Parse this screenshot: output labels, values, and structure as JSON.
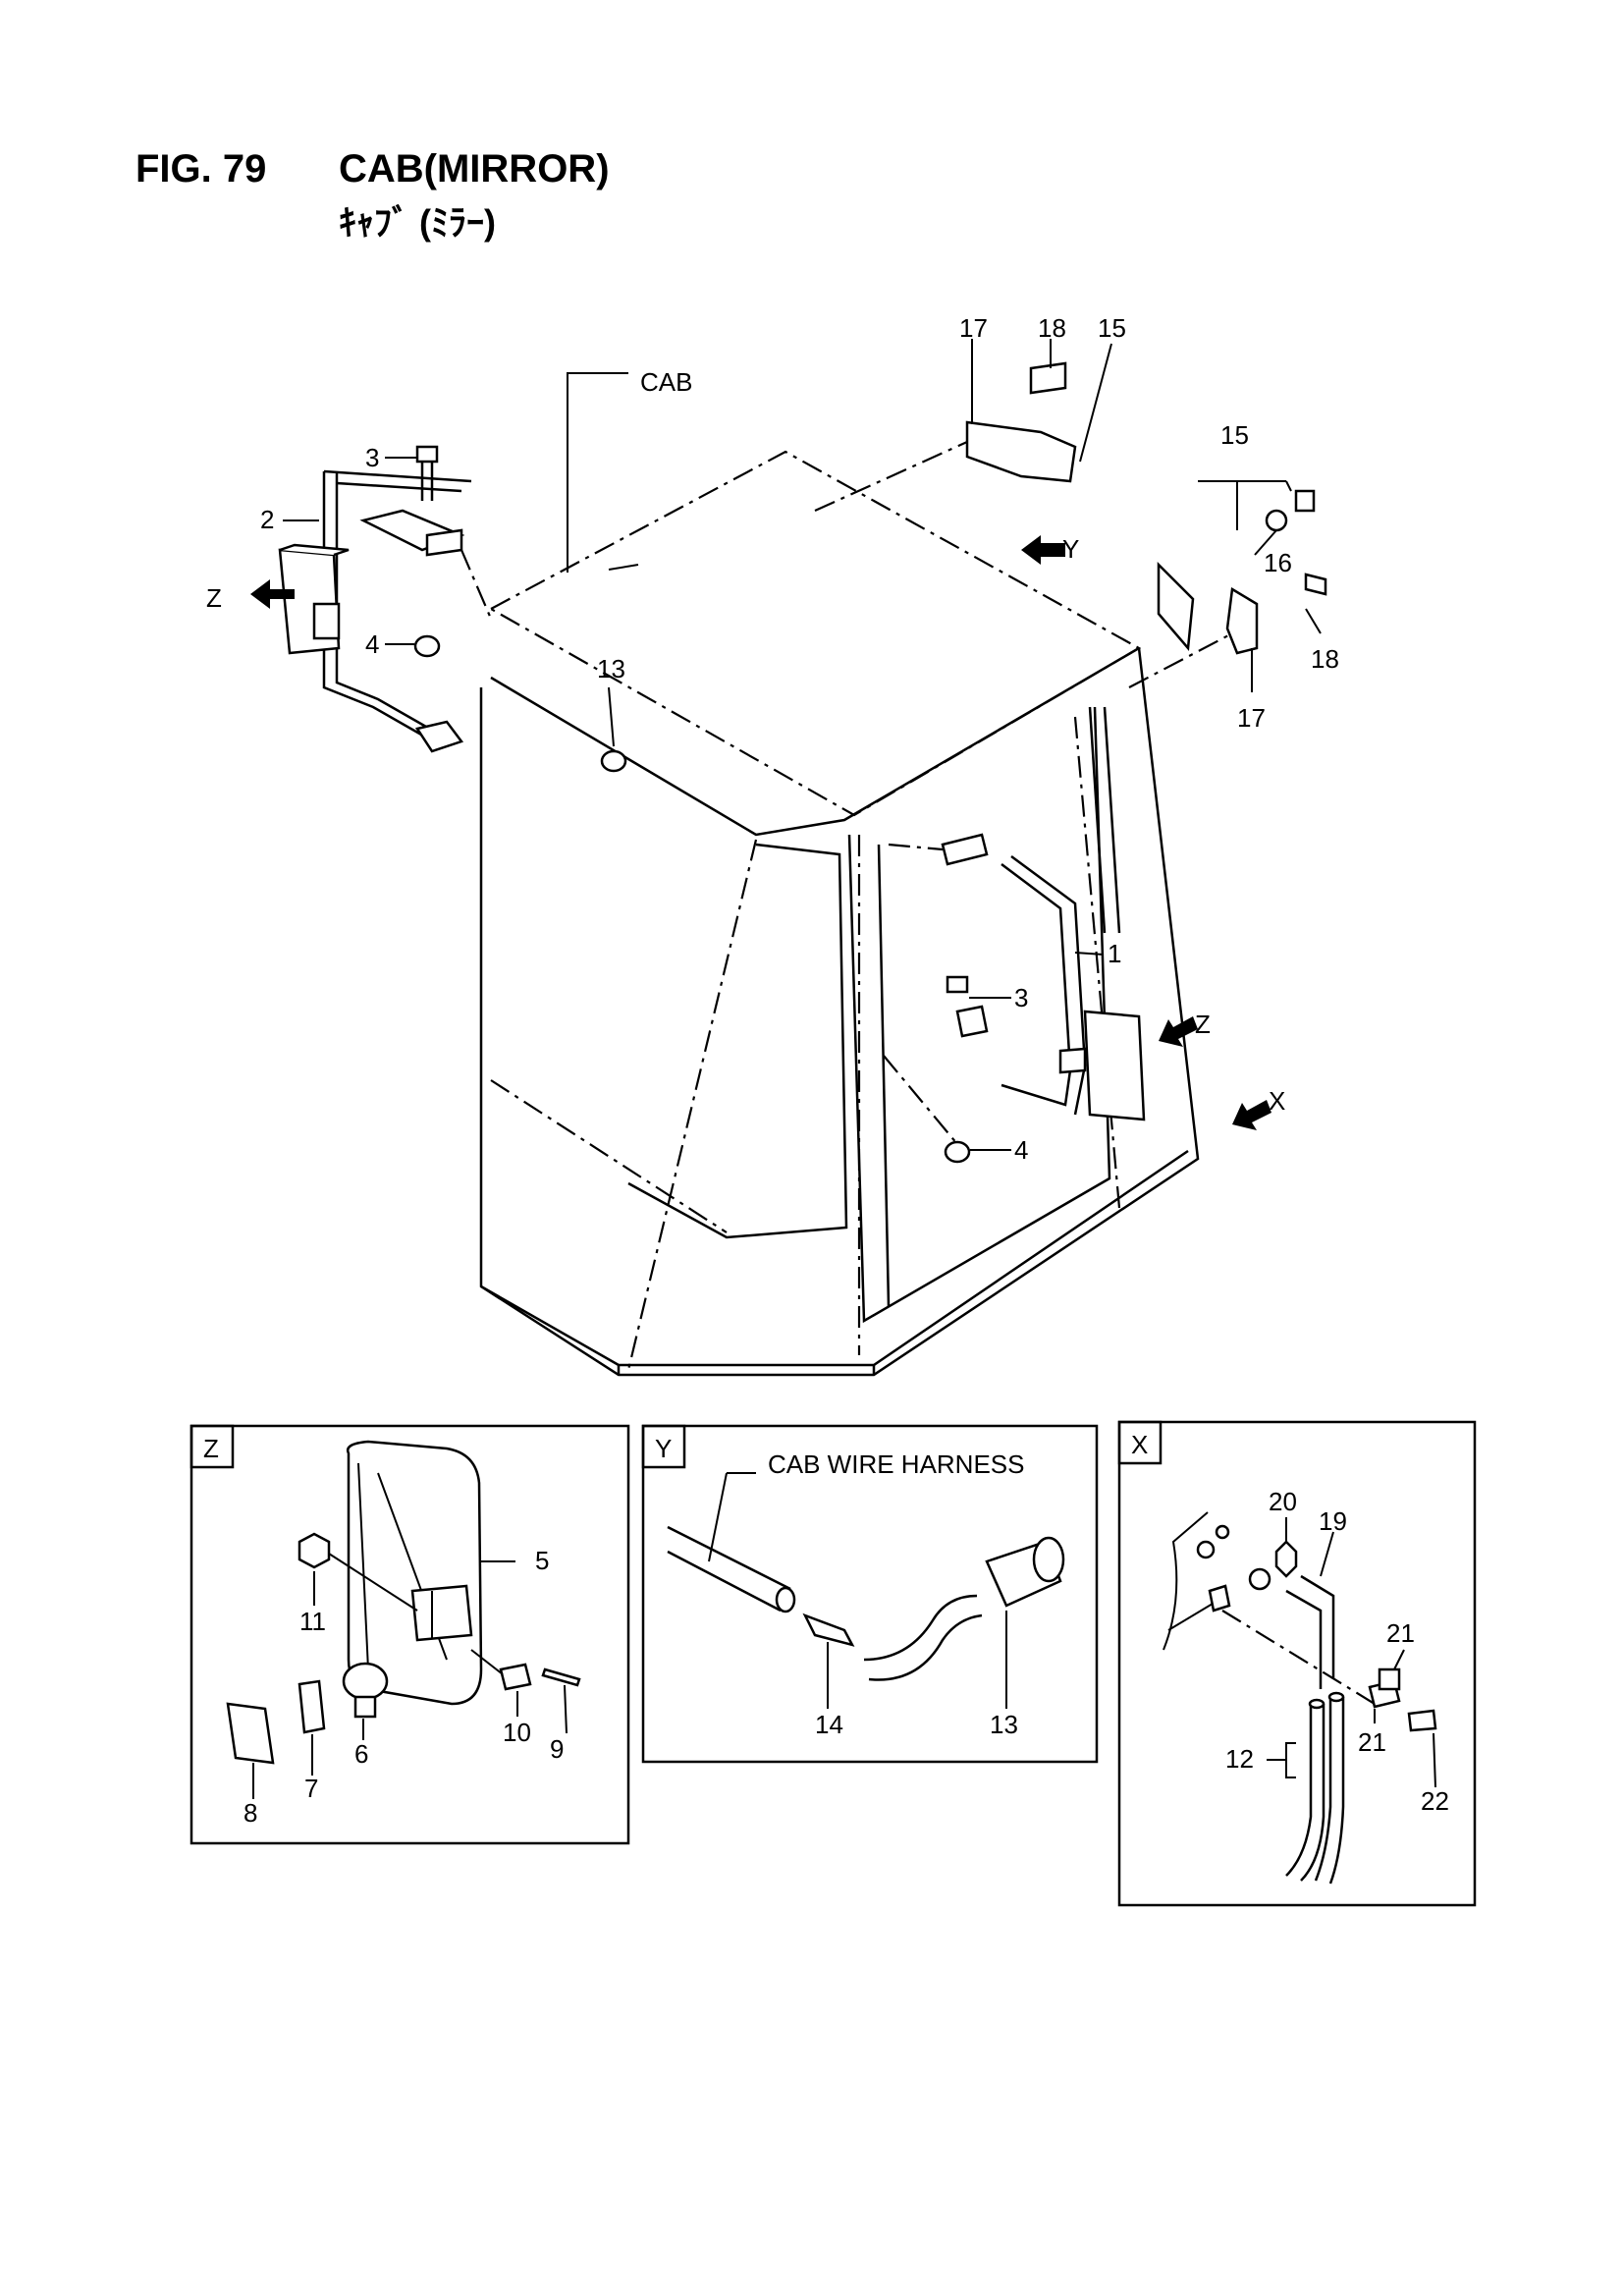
{
  "figure": {
    "number_label": "FIG. 79",
    "title": "CAB(MIRROR)",
    "subtitle_jp": "ｷｬﾌﾞ (ﾐﾗｰ)"
  },
  "main_view": {
    "cab_label": "CAB",
    "view_arrows": [
      "Z",
      "Y",
      "Z",
      "X"
    ],
    "callouts": [
      "1",
      "2",
      "3",
      "3",
      "4",
      "4",
      "13",
      "15",
      "15",
      "16",
      "17",
      "17",
      "18",
      "18"
    ]
  },
  "detail_z": {
    "title": "Z",
    "callouts": [
      "5",
      "6",
      "7",
      "8",
      "9",
      "10",
      "11"
    ]
  },
  "detail_y": {
    "title": "Y",
    "harness_label": "CAB WIRE HARNESS",
    "callouts": [
      "13",
      "14"
    ]
  },
  "detail_x": {
    "title": "X",
    "callouts": [
      "12",
      "19",
      "20",
      "21",
      "21",
      "22"
    ]
  },
  "colors": {
    "line": "#000000",
    "background": "#ffffff"
  }
}
